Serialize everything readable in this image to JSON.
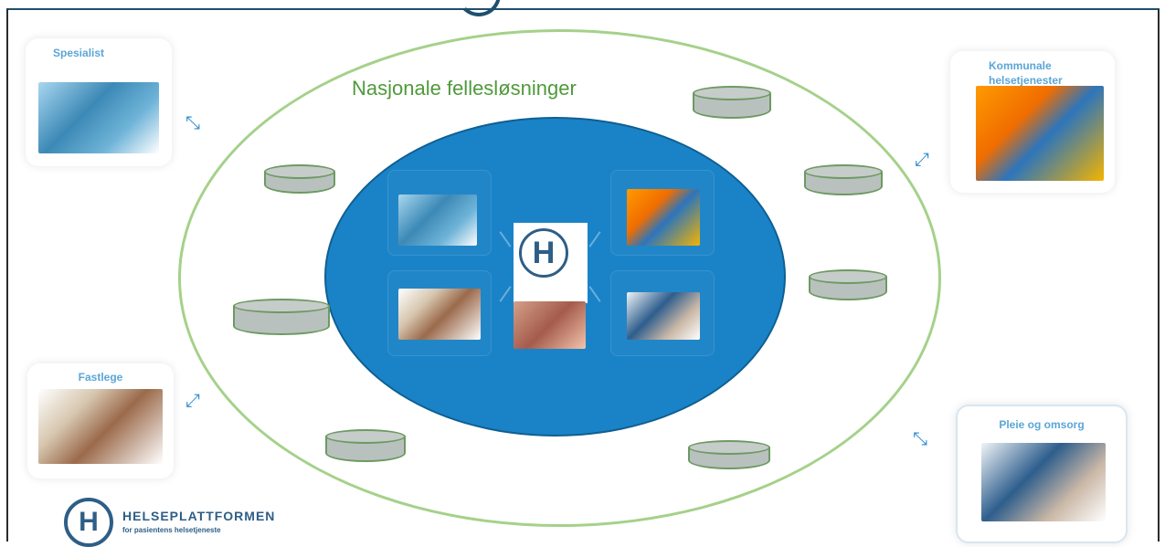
{
  "diagram": {
    "outer_title": "Nasjonale fellesløsninger"
  },
  "cards": {
    "spesialist": "Spesialist",
    "kommunale": "Kommunale\nhelsetjenester",
    "fastlege": "Fastlege",
    "pleie": "Pleie og omsorg"
  },
  "brand": {
    "name": "HELSEPLATTFORMEN",
    "tagline": "for pasientens helsetjeneste",
    "logo_letter": "H"
  },
  "center": {
    "logo_letter": "H"
  },
  "cylinders": [
    {
      "label": ""
    },
    {
      "label": ""
    },
    {
      "label": ""
    },
    {
      "label": ""
    },
    {
      "label": ""
    },
    {
      "label": ""
    },
    {
      "label": ""
    },
    {
      "label": ""
    }
  ],
  "colors": {
    "outer_ring": "#a5d18a",
    "core_blue": "#1a83c7",
    "label_blue": "#5aa6d6",
    "brand_blue": "#2e5e86",
    "title_green": "#4f9a3a"
  },
  "icons": [
    "bidirectional-arrow-icon",
    "h-logo-icon",
    "database-cylinder-icon"
  ]
}
